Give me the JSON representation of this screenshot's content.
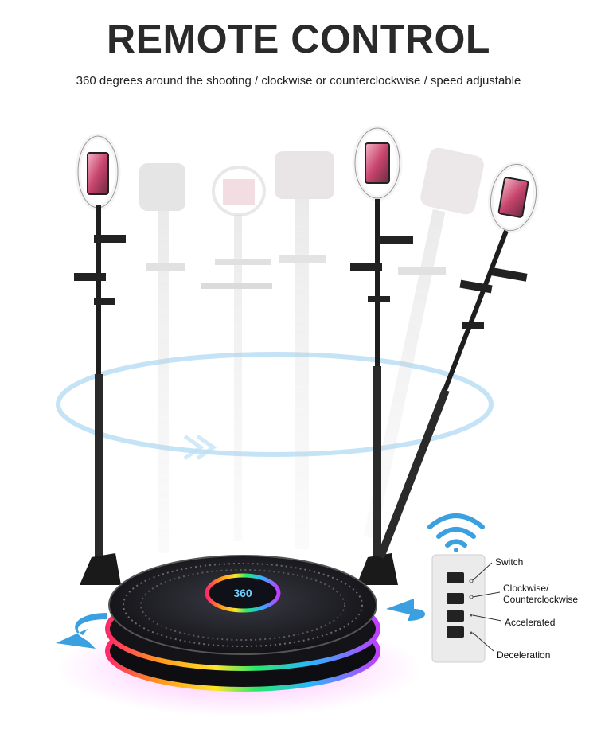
{
  "header": {
    "title": "REMOTE CONTROL",
    "subtitle": "360 degrees around the shooting / clockwise or counterclockwise / speed adjustable"
  },
  "platform": {
    "logo_text": "360",
    "icon": "photo-booth-360-platform"
  },
  "remote": {
    "icon": "wifi-signal-icon",
    "buttons": [
      {
        "label": "Switch"
      },
      {
        "label": "Clockwise/\nCounterclockwise"
      },
      {
        "label": "Accelerated"
      },
      {
        "label": "Deceleration"
      }
    ]
  },
  "colors": {
    "accent_blue": "#3aa0e0",
    "light_blue": "#bfe0f5",
    "stand": "#1e1e1e"
  }
}
